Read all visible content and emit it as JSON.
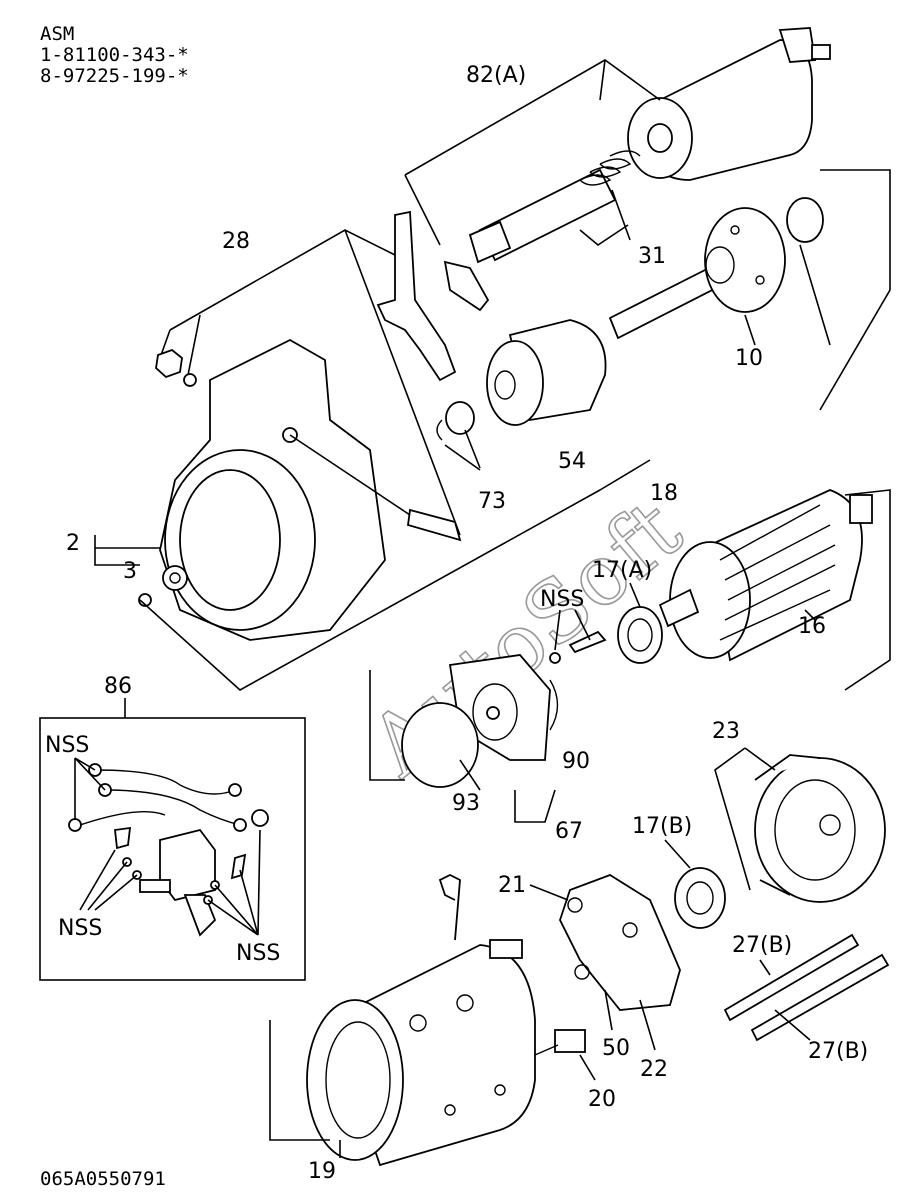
{
  "header": {
    "line1": "ASM",
    "line2": "1-81100-343-*",
    "line3": "8-97225-199-*"
  },
  "footer_code": "065A0550791",
  "watermark": "AutoSoft",
  "callouts": {
    "c82a": "82(A)",
    "c31": "31",
    "c28": "28",
    "c10": "10",
    "c54": "54",
    "c73": "73",
    "c18": "18",
    "c2": "2",
    "c3": "3",
    "c17a": "17(A)",
    "c16": "16",
    "c nss1": "NSS",
    "c86": "86",
    "c90": "90",
    "c93": "93",
    "c67": "67",
    "c23": "23",
    "c17b": "17(B)",
    "c21": "21",
    "c27b1": "27(B)",
    "c27b2": "27(B)",
    "c50": "50",
    "c22": "22",
    "c20": "20",
    "c19": "19"
  },
  "inset": {
    "nss_top": "NSS",
    "nss_left": "NSS",
    "nss_right": "NSS"
  }
}
